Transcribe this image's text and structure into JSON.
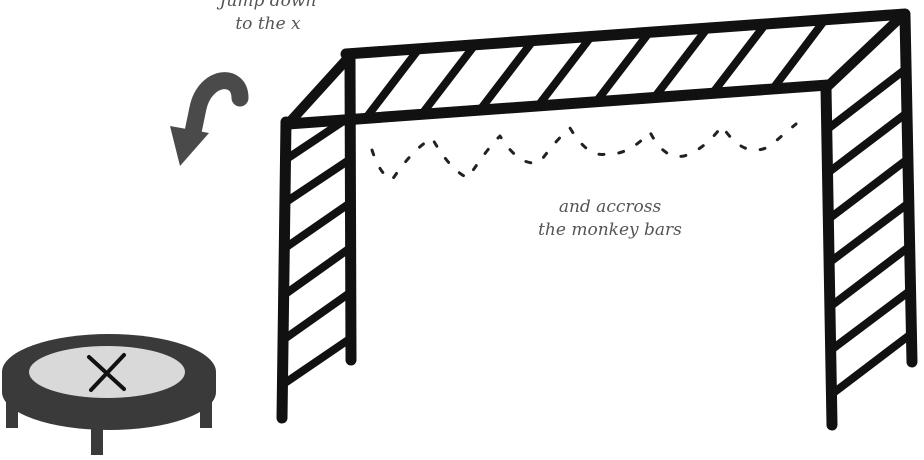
{
  "labels": {
    "jump_line1": "Jump down",
    "jump_line2": "to the x",
    "across_line1": "and accross",
    "across_line2": "the monkey bars"
  },
  "trampoline": {
    "mark": "X"
  },
  "colors": {
    "ink": "#111111",
    "arrow": "#4a4a4a",
    "trampoline_rim": "#3a3a3a",
    "trampoline_mat": "#d9d9d9",
    "label_text": "#555555"
  },
  "icons": [
    "curved-arrow-icon",
    "trampoline-icon",
    "monkey-bars-icon"
  ]
}
